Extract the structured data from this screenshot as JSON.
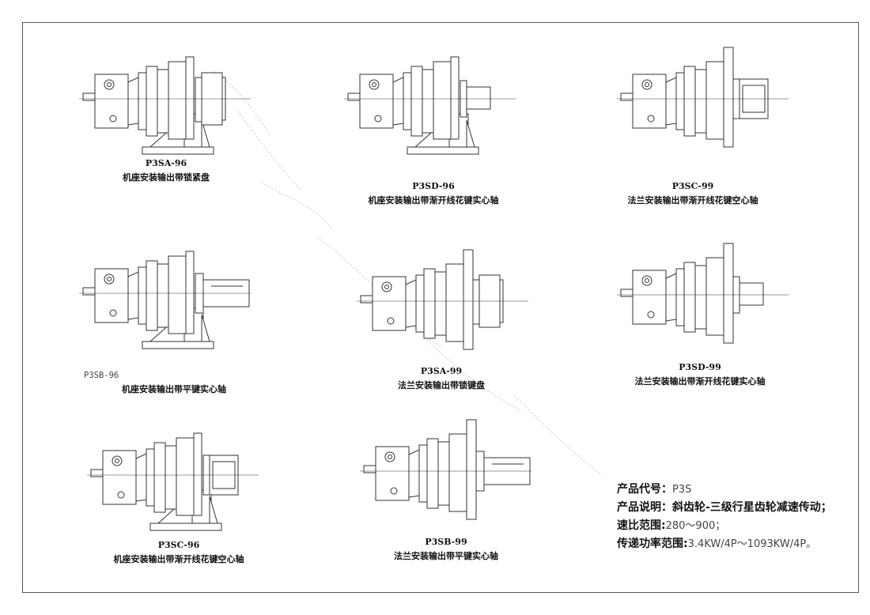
{
  "products": [
    {
      "code": "P3SA-96",
      "desc": "机座安装输出带锁紧盘",
      "mount": "foot",
      "output": "lock-disc"
    },
    {
      "code": "P3SD-96",
      "desc": "机座安装输出带渐开线花键实心轴",
      "mount": "foot",
      "output": "spline-solid"
    },
    {
      "code": "P3SC-99",
      "desc": "法兰安装输出带渐开线花键空心轴",
      "mount": "flange",
      "output": "spline-hollow"
    },
    {
      "code": "P3SB-96",
      "desc": "机座安装输出带平键实心轴",
      "mount": "foot",
      "output": "key-solid"
    },
    {
      "code": "P3SA-99",
      "desc": "法兰安装输出带锁键盘",
      "mount": "flange",
      "output": "lock-disc"
    },
    {
      "code": "P3SD-99",
      "desc": "法兰安装输出带渐开线花键实心轴",
      "mount": "flange",
      "output": "spline-solid"
    },
    {
      "code": "P3SC-96",
      "desc": "机座安装输出带渐开线花键空心轴",
      "mount": "foot",
      "output": "spline-hollow"
    },
    {
      "code": "P3SB-99",
      "desc": "法兰安装输出带平键实心轴",
      "mount": "flange",
      "output": "key-solid"
    }
  ],
  "info": {
    "code_label": "产品代号：",
    "code_value": "P3S",
    "desc_label": "产品说明：",
    "desc_value": "斜齿轮-三级行星齿轮减速传动；",
    "ratio_label": "速比范围:",
    "ratio_value": "280～900；",
    "power_label": "传递功率范围:",
    "power_value": "3.4KW/4P～1093KW/4P。"
  },
  "colors": {
    "line": "#333333",
    "watermark": "#d8d8d8"
  }
}
